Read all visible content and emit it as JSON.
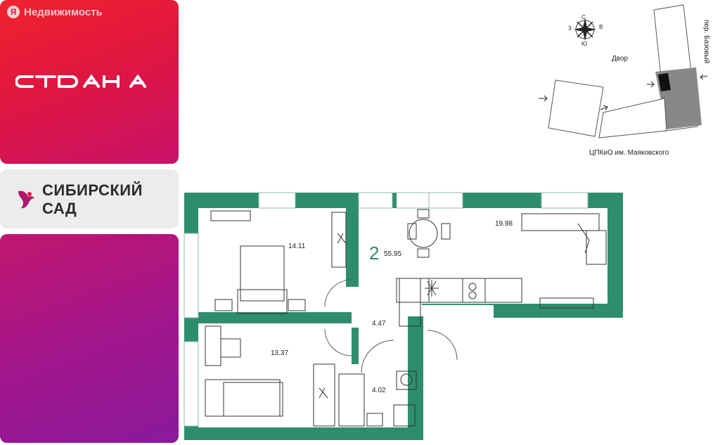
{
  "watermark": {
    "label": "Недвижимость",
    "logo_letter": "Я"
  },
  "brand": {
    "logo_text": "страна"
  },
  "project": {
    "name_line1": "СИБИРСКИЙ",
    "name_line2": "САД"
  },
  "compass": {
    "north": "С",
    "south": "Ю",
    "west": "З",
    "east": "В"
  },
  "site_plan": {
    "yard_label": "Двор",
    "street_label": "пер. Базовый",
    "park_label": "ЦПКиО им. Маяковского"
  },
  "apartment": {
    "rooms": "2",
    "total_area": "55.95"
  },
  "room_areas": {
    "bedroom": "14.11",
    "living_kitchen": "19.98",
    "hall": "4.47",
    "second_room": "13.37",
    "bathroom": "4.02"
  },
  "colors": {
    "wall": "#2e8d6e",
    "brand_red": "#e0163f",
    "brand_purple": "#8a1a9a"
  }
}
